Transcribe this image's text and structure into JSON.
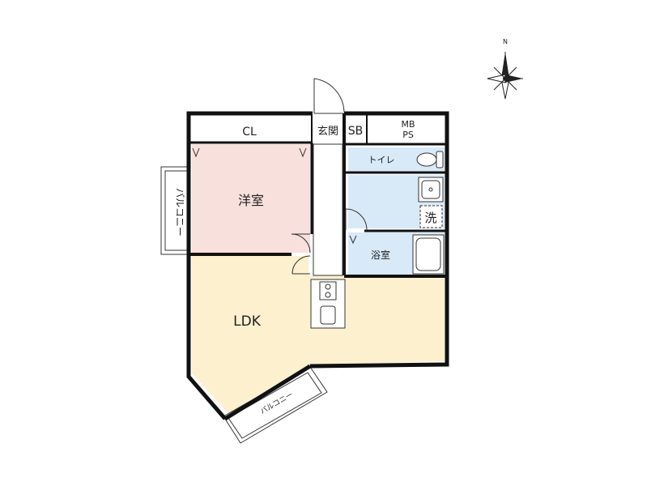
{
  "rooms": {
    "closet": "CL",
    "western_room": "洋室",
    "entrance": "玄関",
    "shoe_box": "SB",
    "mb": "MB",
    "ps": "PS",
    "toilet": "トイレ",
    "washer": "洗",
    "bath": "浴室",
    "ldk": "LDK"
  },
  "balcony_west": "バルコニー",
  "balcony_south": "バルコニー",
  "compass": {
    "north": "N"
  },
  "colors": {
    "western_room": "#f8e0dc",
    "ldk": "#fcf0cf",
    "wet_area": "#d8e9f7",
    "wall": "#111111"
  }
}
